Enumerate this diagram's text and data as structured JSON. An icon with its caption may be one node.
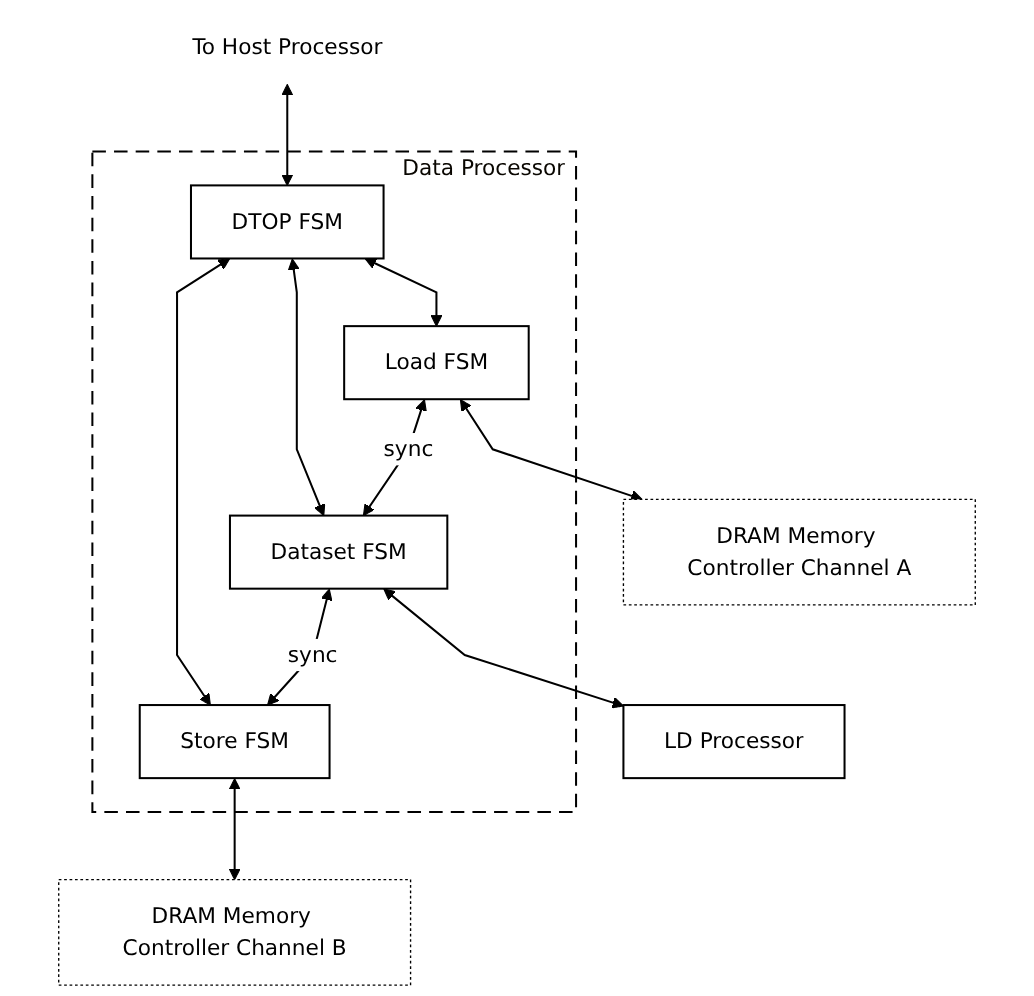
{
  "diagram": {
    "nodes": [
      {
        "text": [
          "To Host Processor"
        ]
      },
      {
        "text": [
          "Data Processor"
        ]
      },
      {
        "text": [
          "DTOP FSM"
        ],
        "in": 1
      },
      {
        "text": [
          "Load FSM"
        ],
        "in": 1
      },
      {
        "text": [
          "Dataset FSM"
        ],
        "in": 1
      },
      {
        "text": [
          "Store FSM"
        ],
        "in": 1
      },
      {
        "text": [
          "DRAM Memory Controller Channel A"
        ]
      },
      {
        "text": [
          "LD Processor"
        ]
      },
      {
        "text": [
          "DRAM Memory Controller Channel B"
        ]
      }
    ],
    "edges": [
      {
        "from": 0,
        "to": 2,
        "arrow": "both"
      },
      {
        "from": 2,
        "to": 3,
        "arrow": "both"
      },
      {
        "from": 2,
        "to": 4,
        "arrow": "both"
      },
      {
        "from": 2,
        "to": 5,
        "arrow": "both"
      },
      {
        "from": 3,
        "to": 4,
        "arrow": "both",
        "label": "sync"
      },
      {
        "from": 4,
        "to": 5,
        "arrow": "both",
        "label": "sync"
      },
      {
        "from": 3,
        "to": 6,
        "arrow": "both"
      },
      {
        "from": 4,
        "to": 7,
        "arrow": "both"
      },
      {
        "from": 5,
        "to": 8,
        "arrow": "both"
      }
    ]
  }
}
